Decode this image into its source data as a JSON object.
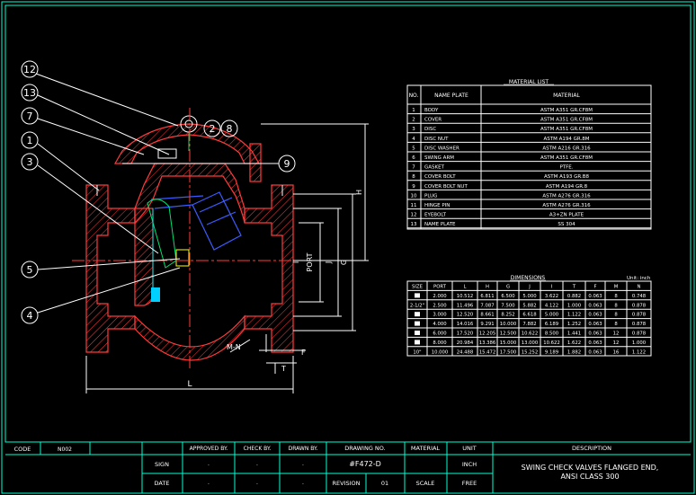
{
  "material_list": {
    "title": "MATERIAL LIST",
    "headers": [
      "NO.",
      "NAME PLATE",
      "MATERIAL"
    ],
    "rows": [
      [
        "1",
        "BODY",
        "ASTM A351 GR.CF8M"
      ],
      [
        "2",
        "COVER",
        "ASTM A351 GR.CF8M"
      ],
      [
        "3",
        "DISC",
        "ASTM A351 GR.CF8M"
      ],
      [
        "4",
        "DISC NUT",
        "ASTM A194 GR.8M"
      ],
      [
        "5",
        "DISC WASHER",
        "ASTM A216 GR.316"
      ],
      [
        "6",
        "SWING ARM",
        "ASTM A351 GR.CF8M"
      ],
      [
        "7",
        "GASKET",
        "PTFE."
      ],
      [
        "8",
        "COVER BOLT",
        "ASTM A193 GR.B8"
      ],
      [
        "9",
        "COVER BOLT NUT",
        "ASTM A194 GR.8"
      ],
      [
        "10",
        "PLUG",
        "ASTM A276 GR.316"
      ],
      [
        "11",
        "HINGE PIN",
        "ASTM A276 GR.316"
      ],
      [
        "12",
        "EYEBOLT",
        "A3+ZN PLATE"
      ],
      [
        "13",
        "NAME PLATE",
        "SS 304"
      ]
    ]
  },
  "dimensions": {
    "title": "DIMENSIONS",
    "unit_note": "Unit: inch",
    "headers": [
      "SIZE",
      "PORT",
      "L",
      "H",
      "G",
      "J",
      "I",
      "T",
      "F",
      "M",
      "N"
    ],
    "rows": [
      [
        "",
        "2.000",
        "10.512",
        "6.811",
        "6.500",
        "5.000",
        "3.622",
        "0.882",
        "0.063",
        "8",
        "0.748"
      ],
      [
        "2-1/2\"",
        "2.500",
        "11.496",
        "7.087",
        "7.500",
        "5.882",
        "4.122",
        "1.000",
        "0.063",
        "8",
        "0.878"
      ],
      [
        "",
        "3.000",
        "12.520",
        "8.661",
        "8.252",
        "6.618",
        "5.000",
        "1.122",
        "0.063",
        "8",
        "0.878"
      ],
      [
        "",
        "4.000",
        "14.016",
        "9.291",
        "10.000",
        "7.882",
        "6.189",
        "1.252",
        "0.063",
        "8",
        "0.878"
      ],
      [
        "",
        "6.000",
        "17.520",
        "12.205",
        "12.500",
        "10.622",
        "8.500",
        "1.441",
        "0.063",
        "12",
        "0.878"
      ],
      [
        "",
        "8.000",
        "20.984",
        "13.386",
        "15.000",
        "13.000",
        "10.622",
        "1.622",
        "0.063",
        "12",
        "1.000"
      ],
      [
        "10\"",
        "10.000",
        "24.488",
        "15.472",
        "17.500",
        "15.252",
        "9.189",
        "1.882",
        "0.063",
        "16",
        "1.122"
      ]
    ]
  },
  "callouts": [
    "12",
    "13",
    "7",
    "1",
    "3",
    "5",
    "4",
    "2",
    "8",
    "9"
  ],
  "dim_labels": {
    "L": "L",
    "H": "H",
    "G": "G",
    "J": "J",
    "I": "I",
    "PORT": "PORT",
    "T": "T",
    "F": "F",
    "MN": "M-N"
  },
  "title_block": {
    "code_label": "CODE",
    "code_value": "N002",
    "approved_by": "APPROVED BY.",
    "check_by": "CHECK BY.",
    "drawn_by": "DRAWN BY.",
    "drawing_no_label": "DRAWING NO.",
    "drawing_no_value": "#F472-D",
    "material_label": "MATERIAL",
    "unit_label": "UNIT",
    "unit_value": "INCH",
    "description_label": "DESCRIPTION",
    "description_line1": "SWING CHECK VALVES  FLANGED END,",
    "description_line2": "ANSI CLASS 300",
    "sign_label": "SIGN",
    "date_label": "DATE",
    "revision_label": "REVISION",
    "revision_value": "01",
    "scale_label": "SCALE",
    "scale_value": "FREE",
    "dot": "."
  },
  "colors": {
    "frame": "#00ffd0",
    "body_outline": "#ff3b3b",
    "disc": "#3b5bff",
    "text": "#ffffff",
    "background": "#000000"
  }
}
